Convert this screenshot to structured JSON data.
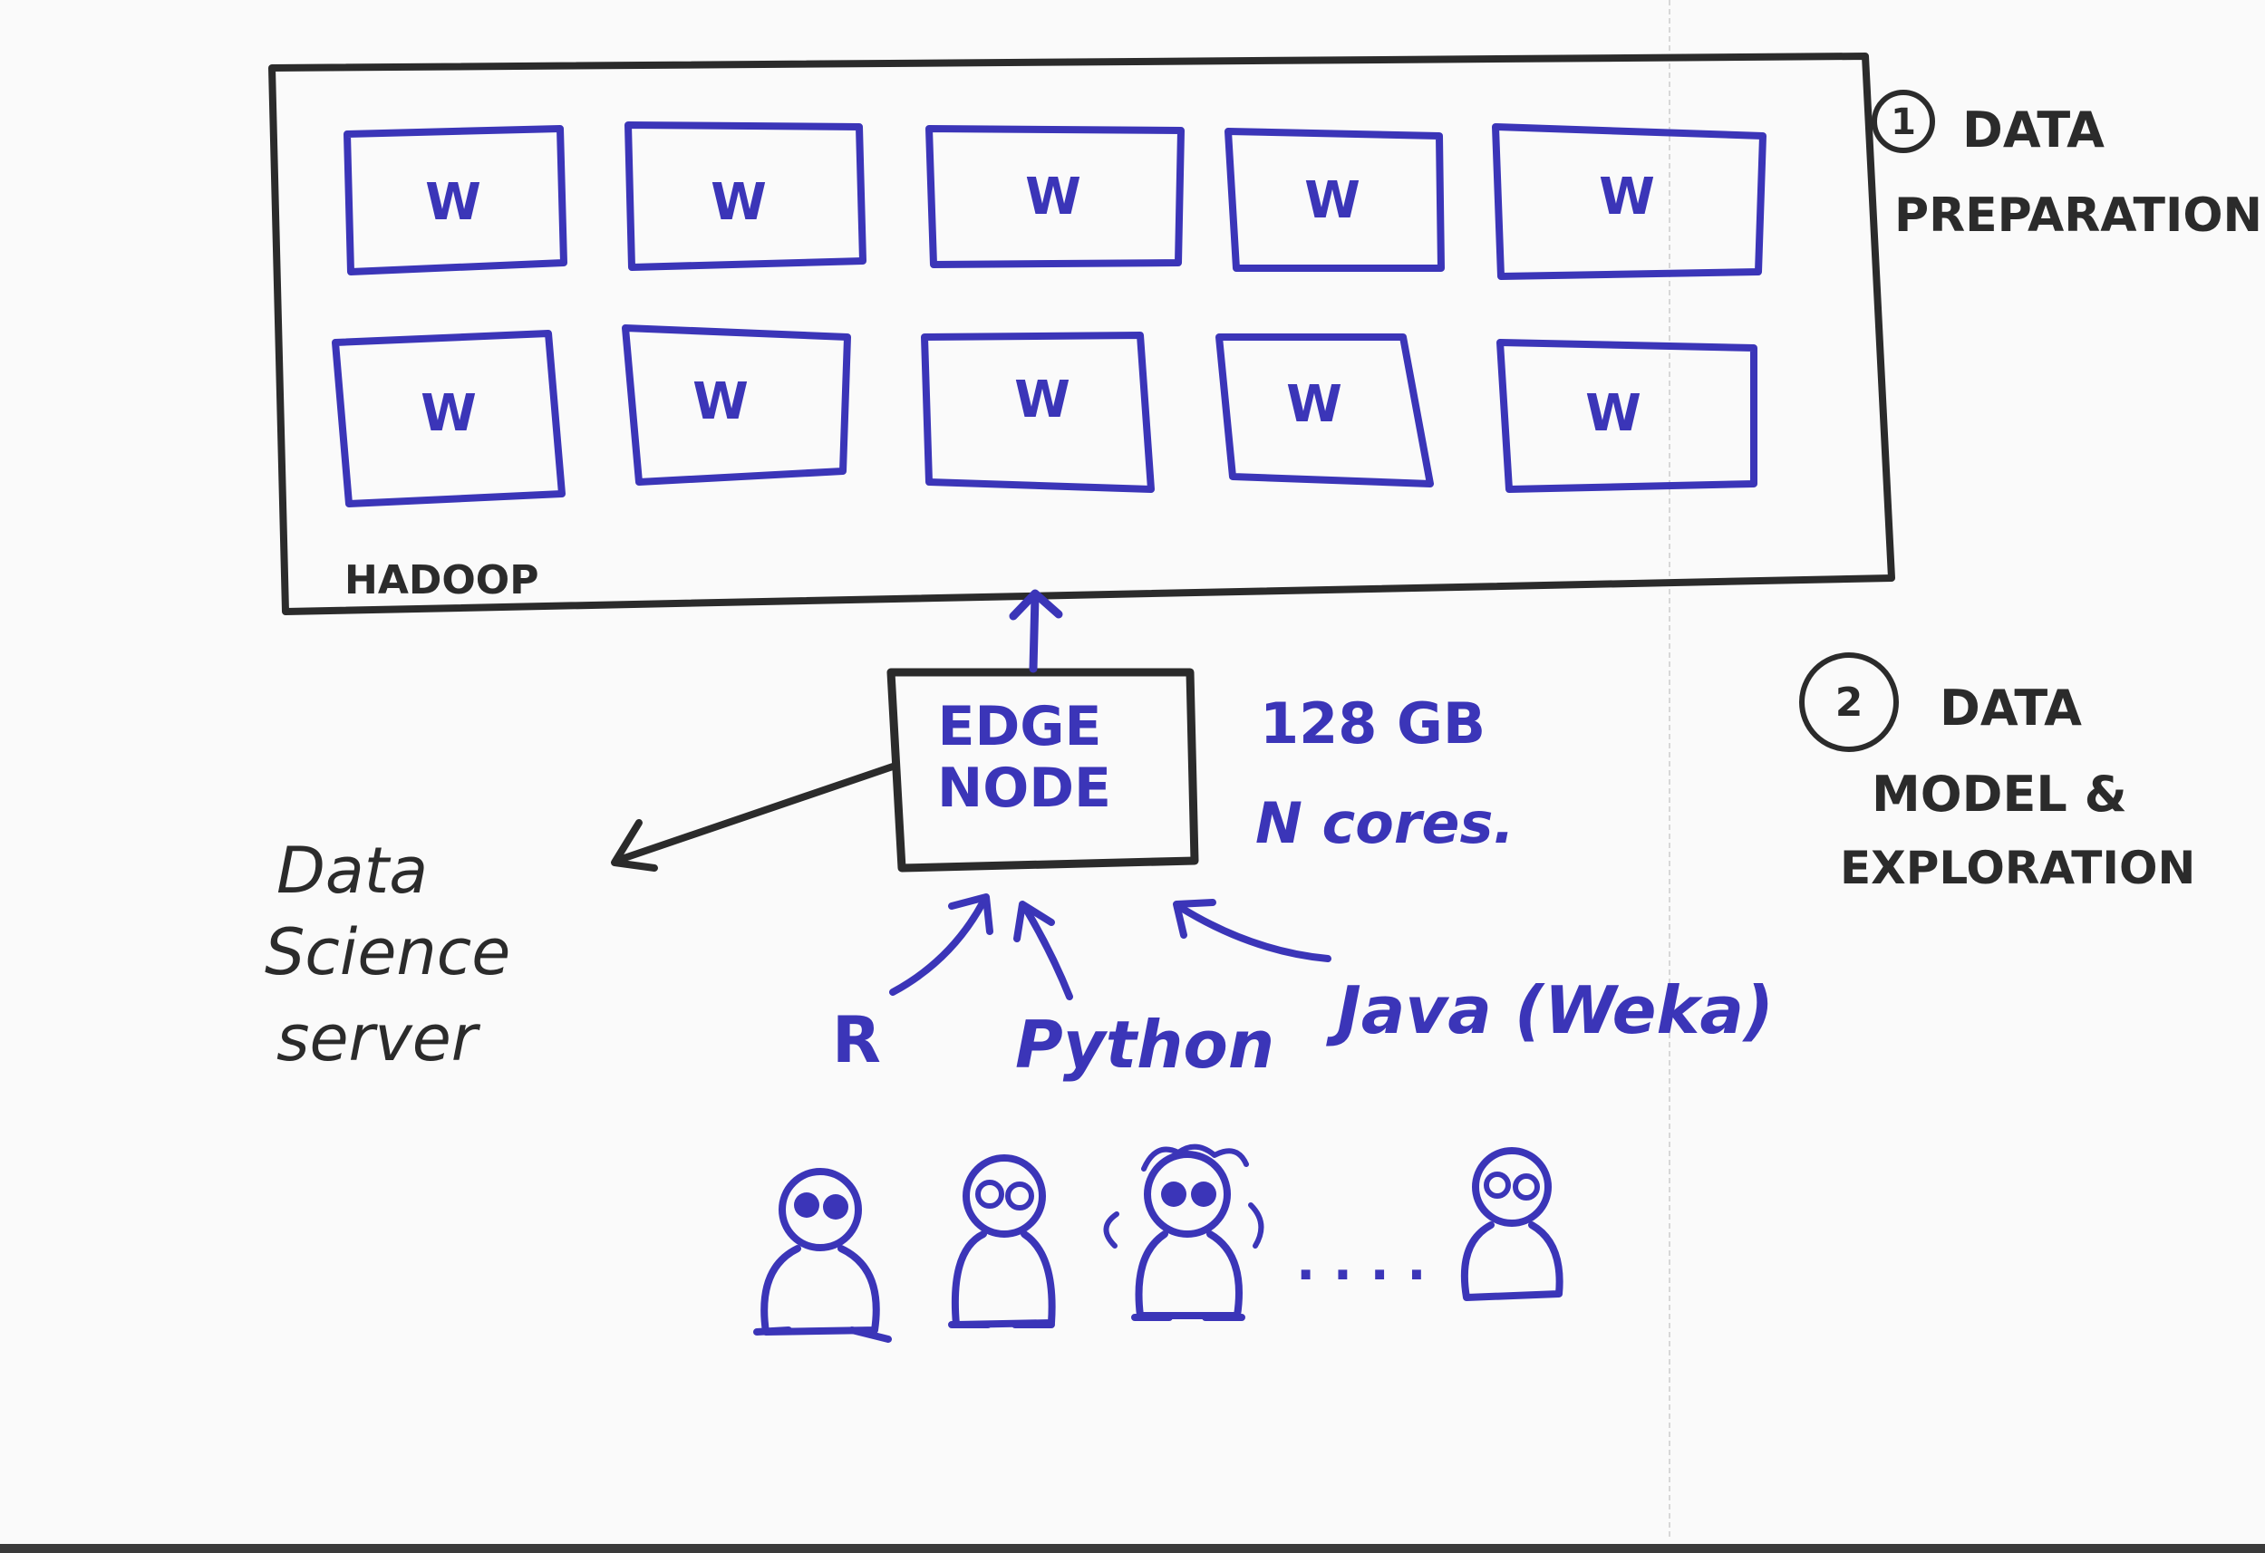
{
  "cluster": {
    "label": "HADOOP",
    "worker_label": "W",
    "worker_count": 10
  },
  "step1": {
    "number": "1",
    "line1": "DATA",
    "line2": "PREPARATION"
  },
  "step2": {
    "number": "2",
    "line1": "DATA",
    "line2": "MODEL &",
    "line3": "EXPLORATION"
  },
  "edge_node": {
    "line1": "EDGE",
    "line2": "NODE"
  },
  "specs": {
    "memory": "128 GB",
    "cores": "N cores."
  },
  "server": {
    "line1": "Data",
    "line2": "Science",
    "line3": "server"
  },
  "languages": {
    "r": "R",
    "python": "Python",
    "java": "Java (Weka)"
  },
  "ellipsis": ". . . .",
  "colors": {
    "ink_black": "#2b2b2b",
    "ink_blue": "#3b35b8",
    "paper": "#fafafa"
  }
}
